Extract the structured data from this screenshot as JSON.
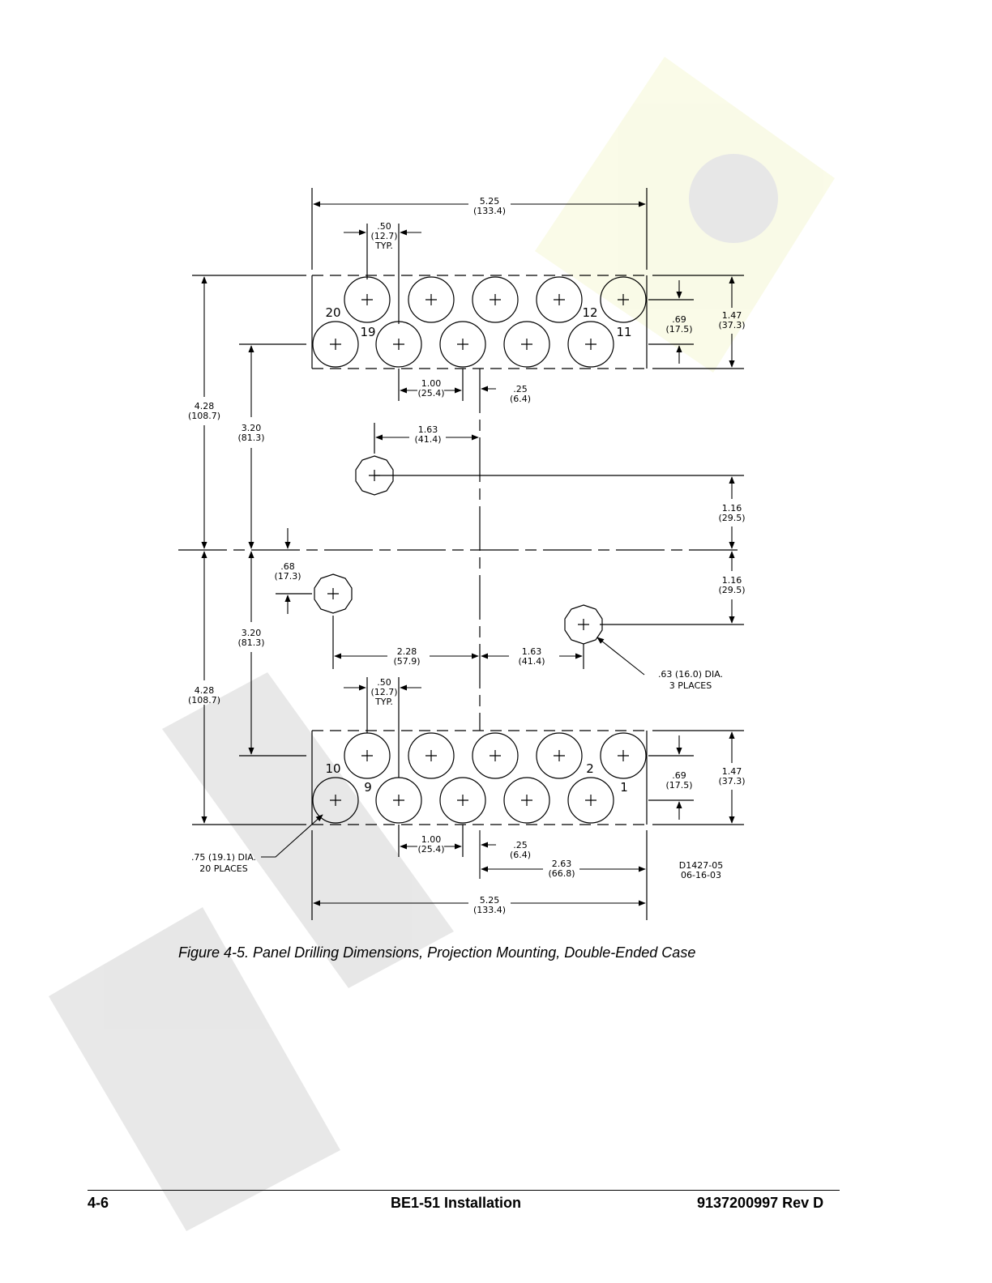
{
  "drawing": {
    "top_width": [
      "5.25",
      "(133.4)"
    ],
    "top_typ": [
      ".50",
      "(12.7)",
      "TYP."
    ],
    "top_row_v": [
      ".69",
      "(17.5)"
    ],
    "top_height": [
      "1.47",
      "(37.3)"
    ],
    "top_pitch": [
      "1.00",
      "(25.4)"
    ],
    "top_offset": [
      ".25",
      "(6.4)"
    ],
    "left_outer_top": [
      "4.28",
      "(108.7)"
    ],
    "left_inner_top": [
      "3.20",
      "(81.3)"
    ],
    "hole_offset_top": [
      "1.63",
      "(41.4)"
    ],
    "right_upper": [
      "1.16",
      "(29.5)"
    ],
    "right_lower": [
      "1.16",
      "(29.5)"
    ],
    "left_hole_v": [
      ".68",
      "(17.3)"
    ],
    "left_outer_bottom": [
      "4.28",
      "(108.7)"
    ],
    "left_inner_bottom": [
      "3.20",
      "(81.3)"
    ],
    "bottom_span_left": [
      "2.28",
      "(57.9)"
    ],
    "bottom_span_right": [
      "1.63",
      "(41.4)"
    ],
    "small_hole_note": [
      ".63 (16.0) DIA.",
      "3 PLACES"
    ],
    "bottom_typ": [
      ".50",
      "(12.7)",
      "TYP."
    ],
    "bottom_row_v": [
      ".69",
      "(17.5)"
    ],
    "bottom_height": [
      "1.47",
      "(37.3)"
    ],
    "bottom_pitch": [
      "1.00",
      "(25.4)"
    ],
    "bottom_offset": [
      ".25",
      "(6.4)"
    ],
    "bottom_to_edge": [
      "2.63",
      "(66.8)"
    ],
    "bottom_width": [
      "5.25",
      "(133.4)"
    ],
    "large_hole_note": [
      ".75 (19.1) DIA.",
      "20 PLACES"
    ],
    "drawing_id": [
      "D1427-05",
      "06-16-03"
    ],
    "pins": {
      "p20": "20",
      "p19": "19",
      "p12": "12",
      "p11": "11",
      "p10": "10",
      "p9": "9",
      "p2": "2",
      "p1": "1"
    }
  },
  "caption": "Figure 4-5. Panel Drilling Dimensions, Projection Mounting, Double-Ended Case",
  "footer": {
    "page": "4-6",
    "section": "BE1-51 Installation",
    "doc": "9137200997 Rev D"
  }
}
